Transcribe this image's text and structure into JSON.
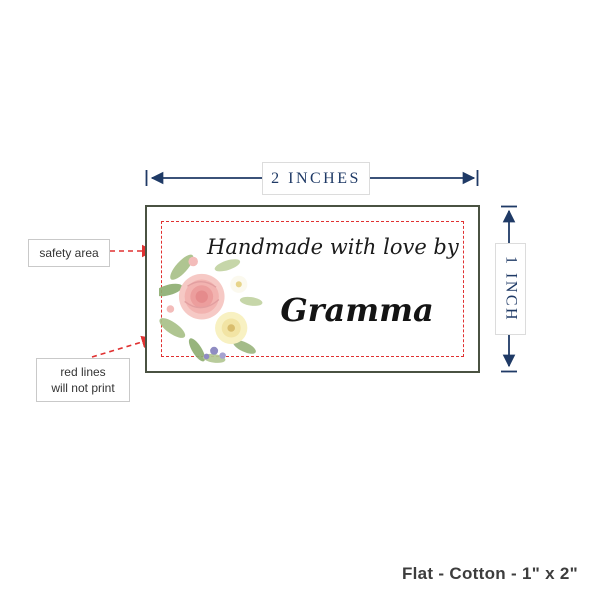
{
  "colors": {
    "navy": "#1f3a66",
    "red": "#e03131",
    "label_border": "#4a5242"
  },
  "dimensions": {
    "width": "2 INCHES",
    "height": "1 INCH"
  },
  "label_text": {
    "line1": "Handmade with love by",
    "line2": "Gramma"
  },
  "annotations": {
    "safety_area": "safety area",
    "red_lines": [
      "red lines",
      "will not print"
    ]
  },
  "footer": {
    "caption": "Flat - Cotton - 1\" x 2\""
  },
  "illustration": "watercolor-floral-bouquet"
}
